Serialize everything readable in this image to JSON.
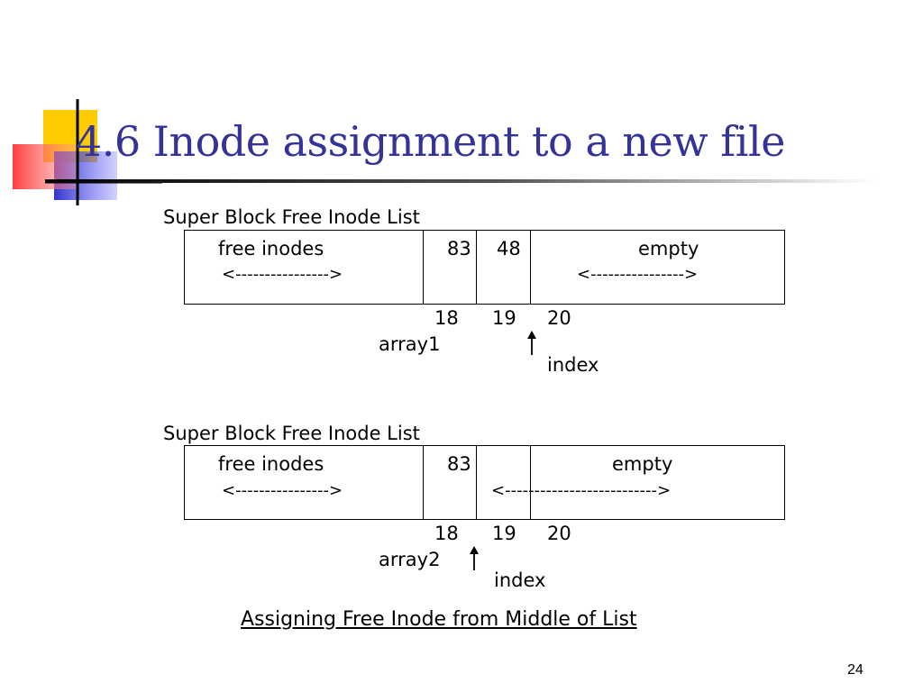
{
  "slide": {
    "title": "4.6 Inode assignment to a new file",
    "page_number": "24",
    "caption": "Assigning Free Inode from Middle of List",
    "accent_colors": {
      "title": "#333399",
      "yellow": "#ffcc00",
      "red": "#ff3333",
      "blue": "#3333cc"
    }
  },
  "diagram1": {
    "heading": "Super Block Free Inode List",
    "free_label": "free inodes",
    "free_arrow": "<---------------->",
    "cells": [
      "83",
      "48"
    ],
    "empty_label": "empty",
    "empty_arrow": "<---------------->",
    "indices": [
      "18",
      "19",
      "20"
    ],
    "array_label": "array1",
    "index_label": "index"
  },
  "diagram2": {
    "heading": "Super Block Free Inode List",
    "free_label": "free inodes",
    "free_arrow": "<---------------->",
    "cells": [
      "83",
      ""
    ],
    "empty_label": "empty",
    "empty_arrow": "<-------------------------->",
    "indices": [
      "18",
      "19",
      "20"
    ],
    "array_label": "array2",
    "index_label": "index"
  }
}
